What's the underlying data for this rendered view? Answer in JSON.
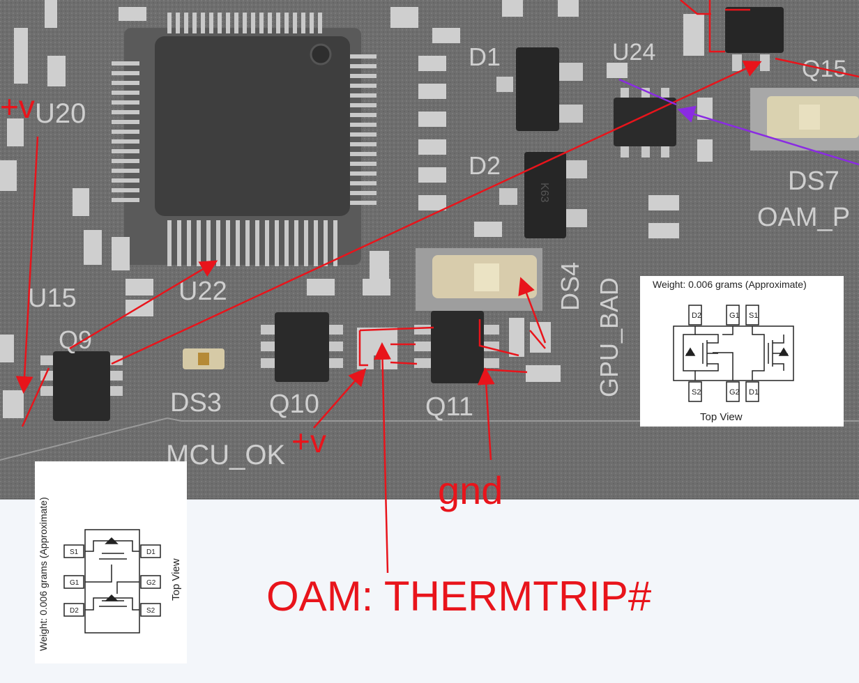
{
  "annotations": {
    "plus_v_top": "+v",
    "plus_v_bottom": "+v",
    "gnd": "gnd",
    "signal": "OAM: THERMTRIP#"
  },
  "silkscreen": {
    "u20": "U20",
    "u15": "U15",
    "q9": "Q9",
    "u22": "U22",
    "d1": "D1",
    "d2": "D2",
    "u24": "U24",
    "q15": "Q15",
    "ds7": "DS7",
    "oam": "OAM_P",
    "ds4": "DS4",
    "gpu_bad": "GPU_BAD",
    "ds3": "DS3",
    "q10": "Q10",
    "q11": "Q11",
    "mcu_ok": "MCU_OK",
    "chip_mark": "K63"
  },
  "inset_right": {
    "weight": "Weight: 0.006 grams (Approximate)",
    "pins_top": [
      "D2",
      "G1",
      "S1"
    ],
    "pins_bottom": [
      "S2",
      "G2",
      "D1"
    ],
    "view": "Top View"
  },
  "inset_left": {
    "weight": "Weight: 0.006 grams (Approximate)",
    "pins_left": [
      "S1",
      "G1",
      "D2"
    ],
    "pins_right": [
      "D1",
      "G2",
      "S2"
    ],
    "view": "Top View"
  },
  "colors": {
    "annotation_red": "#e8141b",
    "annotation_purple": "#8a2be2",
    "board": "#6f6f6f",
    "background": "#f3f6fa"
  }
}
